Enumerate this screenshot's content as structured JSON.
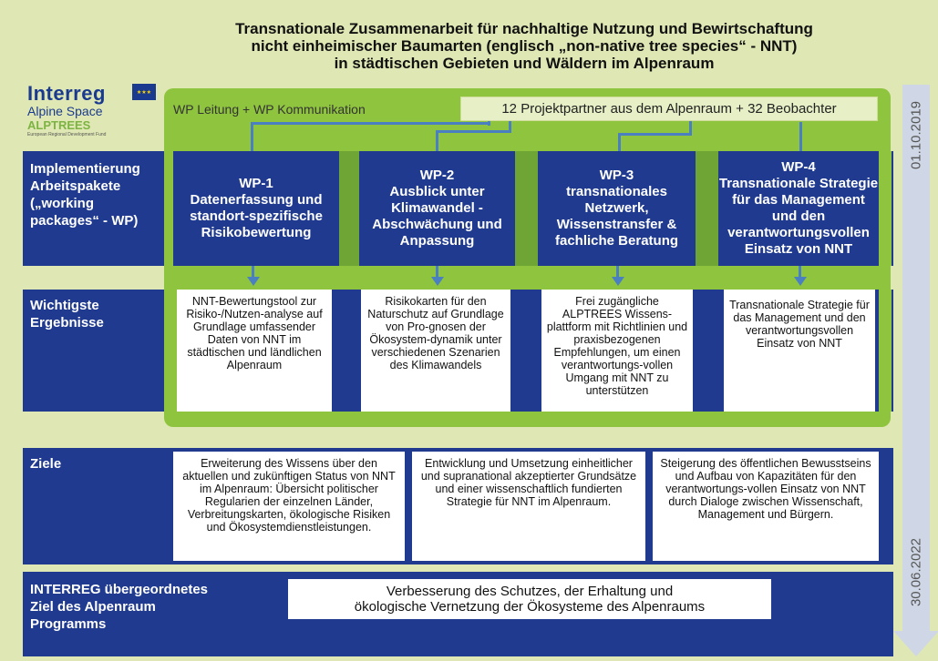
{
  "title": {
    "line1": "Transnationale Zusammenarbeit für nachhaltige Nutzung und Bewirtschaftung",
    "line2": "nicht einheimischer Baumarten (englisch „non-native tree species“ - NNT)",
    "line3": "in städtischen Gebieten und Wäldern im Alpenraum"
  },
  "logo": {
    "interreg": "Interreg",
    "alpine": "Alpine Space",
    "alptrees": "ALPTREES",
    "fund": "European Regional Development Fund"
  },
  "top": {
    "leitung": "WP Leitung + WP Kommunikation",
    "partner": "12 Projektpartner aus dem Alpenraum + 32 Beobachter"
  },
  "bands": {
    "implementierung": "Implementierung Arbeitspakete („working packages“ - WP)",
    "ergebnisse": "Wichtigste Ergebnisse",
    "ziele": "Ziele",
    "interreg": "INTERREG übergeordnetes Ziel des Alpenraum Programms"
  },
  "wps": [
    {
      "title": "WP-1",
      "text": "Datenerfassung und standort-spezifische Risikobewertung"
    },
    {
      "title": "WP-2",
      "text": "Ausblick unter Klimawandel - Abschwächung und Anpassung"
    },
    {
      "title": "WP-3",
      "text": "transnationales Netzwerk, Wissenstransfer & fachliche Beratung"
    },
    {
      "title": "WP-4",
      "text": "Transnationale Strategie für das Management und den verantwortungsvollen Einsatz von NNT"
    }
  ],
  "results": [
    "NNT-Bewertungstool zur Risiko-/Nutzen-analyse auf Grundlage umfassender Daten von NNT im städtischen und ländlichen Alpenraum",
    "Risikokarten für den Naturschutz auf Grundlage von Pro-gnosen der Ökosystem-dynamik unter verschiedenen Szenarien des Klimawandels",
    "Frei zugängliche ALPTREES Wissens-plattform mit Richtlinien und praxisbezogenen Empfehlungen, um einen verantwortungs-vollen Umgang mit NNT zu unterstützen",
    "Transnationale Strategie für das Management und den verantwortungsvollen Einsatz von NNT"
  ],
  "goals": [
    "Erweiterung des Wissens über den aktuellen und zukünftigen Status von NNT im Alpenraum: Übersicht politischer Regularien der einzelnen Länder, Verbreitungskarten, ökologische Risiken und Ökosystemdienstleistungen.",
    "Entwicklung und Umsetzung einheitlicher und supranational akzeptierter Grundsätze und einer wissenschaftlich fundierten Strategie für NNT im Alpenraum.",
    "Steigerung des öffentlichen Bewusstseins und Aufbau von Kapazitäten für den verantwortungs-vollen Einsatz von NNT durch Dialoge zwischen Wissenschaft, Management und Bürgern."
  ],
  "interreg_goal": {
    "line1": "Verbesserung des Schutzes, der Erhaltung und",
    "line2": "ökologische Vernetzung der Ökosysteme des Alpenraums"
  },
  "timeline": {
    "start": "01.10.2019",
    "end": "30.06.2022"
  },
  "colors": {
    "navy": "#1f3a8f",
    "green": "#8fc43e",
    "background": "#dfe8b4",
    "arrow": "#4a7fc1"
  }
}
